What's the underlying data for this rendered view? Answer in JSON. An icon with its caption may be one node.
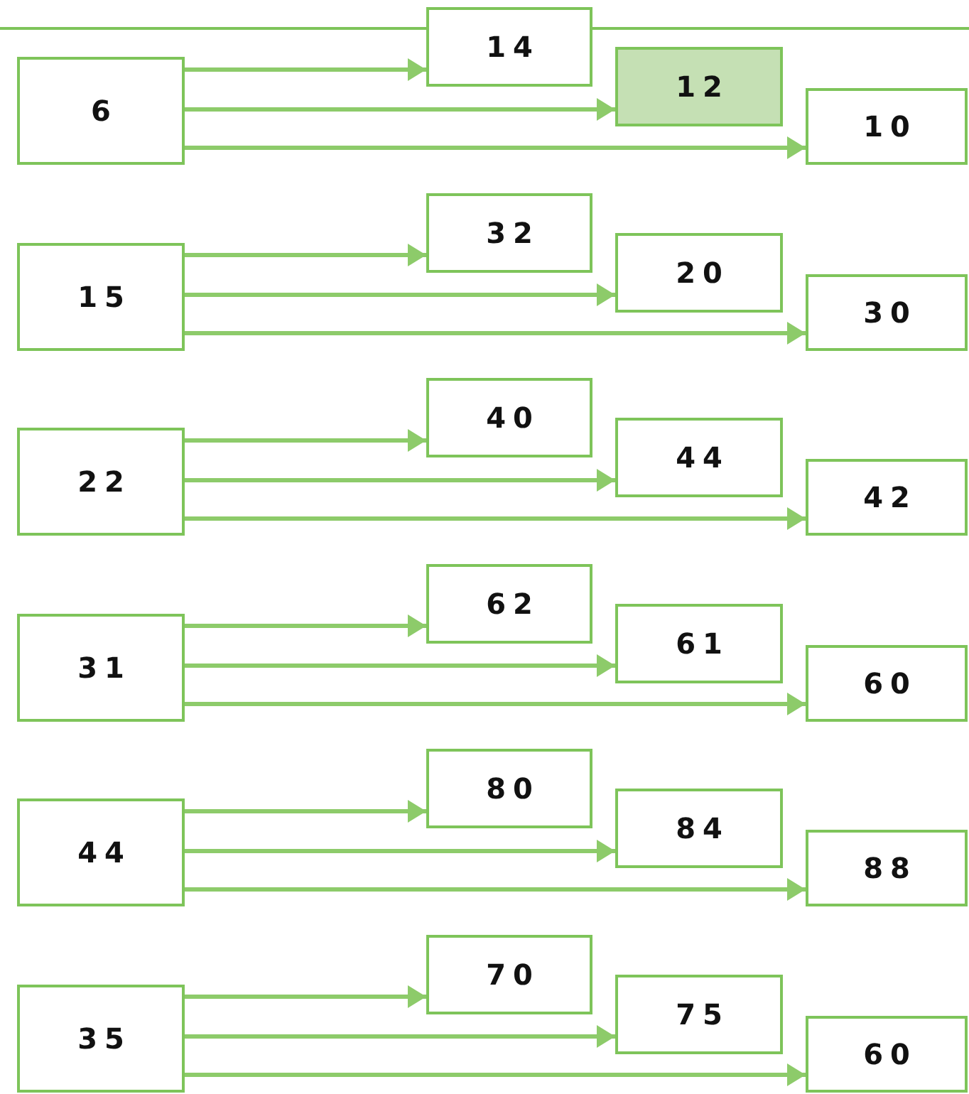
{
  "diagram": {
    "nodes": [
      {
        "text": [
          "6"
        ]
      },
      {
        "text": [
          "14"
        ]
      },
      {
        "text": [
          "12"
        ]
      },
      {
        "text": [
          "10"
        ]
      },
      {
        "text": [
          "15"
        ]
      },
      {
        "text": [
          "32"
        ]
      },
      {
        "text": [
          "20"
        ]
      },
      {
        "text": [
          "30"
        ]
      },
      {
        "text": [
          "22"
        ]
      },
      {
        "text": [
          "40"
        ]
      },
      {
        "text": [
          "44"
        ]
      },
      {
        "text": [
          "42"
        ]
      },
      {
        "text": [
          "31"
        ]
      },
      {
        "text": [
          "62"
        ]
      },
      {
        "text": [
          "61"
        ]
      },
      {
        "text": [
          "60"
        ]
      },
      {
        "text": [
          "44"
        ]
      },
      {
        "text": [
          "80"
        ]
      },
      {
        "text": [
          "84"
        ]
      },
      {
        "text": [
          "88"
        ]
      },
      {
        "text": [
          "35"
        ]
      },
      {
        "text": [
          "70"
        ]
      },
      {
        "text": [
          "75"
        ]
      },
      {
        "text": [
          "60"
        ]
      }
    ],
    "edges": [
      {
        "from": 0,
        "to": 1,
        "arrow": "to"
      },
      {
        "from": 0,
        "to": 2,
        "arrow": "to"
      },
      {
        "from": 0,
        "to": 3,
        "arrow": "to"
      },
      {
        "from": 4,
        "to": 5,
        "arrow": "to"
      },
      {
        "from": 4,
        "to": 6,
        "arrow": "to"
      },
      {
        "from": 4,
        "to": 7,
        "arrow": "to"
      },
      {
        "from": 8,
        "to": 9,
        "arrow": "to"
      },
      {
        "from": 8,
        "to": 10,
        "arrow": "to"
      },
      {
        "from": 8,
        "to": 11,
        "arrow": "to"
      },
      {
        "from": 12,
        "to": 13,
        "arrow": "to"
      },
      {
        "from": 12,
        "to": 14,
        "arrow": "to"
      },
      {
        "from": 12,
        "to": 15,
        "arrow": "to"
      },
      {
        "from": 16,
        "to": 17,
        "arrow": "to"
      },
      {
        "from": 16,
        "to": 18,
        "arrow": "to"
      },
      {
        "from": 16,
        "to": 19,
        "arrow": "to"
      },
      {
        "from": 20,
        "to": 21,
        "arrow": "to"
      },
      {
        "from": 20,
        "to": 22,
        "arrow": "to"
      },
      {
        "from": 20,
        "to": 23,
        "arrow": "to"
      }
    ]
  }
}
